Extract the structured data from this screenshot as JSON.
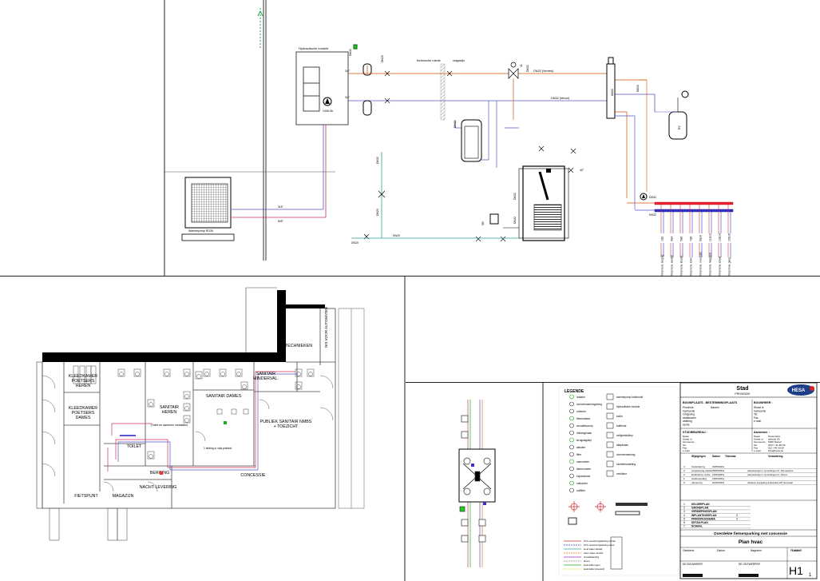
{
  "scheme": {
    "hydraulic_module": "Hydraulische module",
    "pump_label": "100N 8h",
    "tech_room": "technische ruimte",
    "storage": "magazijn",
    "supply_line": "DN32 (Vertrek)",
    "return_line": "DN32 (retour)",
    "heatpump_label": "Warmtepomp RD35",
    "pipe_a": "3/4\"",
    "pipe_b": "5/8\"",
    "manifold_circuits": [
      "1&2",
      "3&4",
      "5&6",
      "7&8",
      "9&10",
      "11&12",
      "13&14",
      "15&16"
    ],
    "manifold_targets": [
      "Vloerverw. berging",
      "Vloerverw. sanitair",
      "Vloerverw. kleedk.",
      "Vloerverw. toilet",
      "Vloerverw. concessie",
      "Vloerverw. magazijn",
      "Vloerverw. lokaal",
      "Vloerverw. gang"
    ]
  },
  "floorplan": {
    "rooms": {
      "kleed_heren": "KLEEDKAMER POETSERS HEREN",
      "kleed_dames": "KLEEDKAMER POETSERS DAMES",
      "sanitair_heren": "SANITAIR HEREN",
      "sanitair_heren_sub": "(Toilet en aanleren installatie)",
      "sanitair_dames": "SANITAIR DAMES",
      "sanitair_minder": "SANITAIR MINDERVAL.",
      "technieken": "TECHNIEKEN",
      "automaten": "NIS VOOR AUTOMATEN",
      "publiek": "PUBLIEK SANITAIR NMBS + TOEZICHT",
      "toilet": "TOILET",
      "berging": "BERGING",
      "nacht": "NACHT-LEVERING",
      "concessie": "CONCESSIE",
      "fietspunt": "FIETSPUNT",
      "magazijn": "MAGAZIJN"
    },
    "note": "1 leiding in vals plafond"
  },
  "legend": {
    "title": "LEGENDE",
    "items_left": [
      "radiator",
      "vloerverwarmingskring",
      "collector",
      "thermostaat",
      "circulatiepomp",
      "driewegkraan",
      "terugslagklep",
      "afsluiter",
      "filter",
      "manometer",
      "thermometer",
      "expansievat",
      "ontluchter",
      "vuilfilter"
    ],
    "items_right": [
      "warmtepomp buitenunit",
      "hydraulische module",
      "boiler",
      "buffervat",
      "veiligheidsklep",
      "aftapkraan",
      "vloerverwarming",
      "luchtbehandeling",
      "ventilator"
    ],
    "line_types": [
      "PVC verwarmingsleiding vertrek",
      "PVC verwarmingsleiding retour",
      "koud water sanitair",
      "warm water sanitair",
      "circulatieleiding",
      "afvoer",
      "koelmiddel (gas)",
      "koelmiddel (vloeistof)"
    ]
  },
  "title_block": {
    "client": "Stad",
    "client_sub": "PROVINCIE",
    "brand": "HESA",
    "section_building": "BOUWPLAATS - BESTEMMING/PLAATS",
    "section_owner": "BOUWHEER :",
    "section_study": "STUDIEBUREAU :",
    "section_contractor": "Aannemer :",
    "fields_left": [
      "Provincie",
      "Gemeente",
      "Omgeving",
      "straatnaam",
      "afdeling",
      "sectie"
    ],
    "values_left": [
      "Namen",
      "",
      "",
      "",
      "",
      ""
    ],
    "fields_right": [
      "Straat nr",
      "Gemeente",
      "Tel.",
      "Fax.",
      "e-mail"
    ],
    "contractor_fields": [
      "Naam",
      "Straat nr",
      "Gemeente",
      "Tel.",
      "Fax.",
      "e-mail"
    ],
    "contractor_values": [
      "Hesa bvba",
      "afstand 28",
      "5000 Namur",
      "0477 / 21 60 60",
      "012 / 40 30 00",
      "info@hesa.be"
    ],
    "rev_header": [
      "Wijzigingen",
      "Datum",
      "Tekenaar",
      "Verandering"
    ],
    "revisions": [
      {
        "no": "4",
        "desc": "Verandering",
        "date": "20/05/2011",
        "who": "",
        "note": ""
      },
      {
        "no": "3",
        "desc": "Aanpassing advies",
        "date": "05/05/2011",
        "who": "",
        "note": "Aanpassingen / opmerkingen K. Demeestere"
      },
      {
        "no": "2",
        "desc": "Definitieve versie",
        "date": "23/03/2011",
        "who": "",
        "note": "Aanpassingen / opmerkingen C. Devos"
      },
      {
        "no": "1",
        "desc": "Aanbesteding",
        "date": "15/03/2011",
        "who": "",
        "note": ""
      },
      {
        "no": "0",
        "desc": "uitvoering",
        "date": "01/09/2011",
        "who": "",
        "note": "Variante: koppeling drukverlies HP Generaal"
      }
    ],
    "plan_list": [
      {
        "no": "1",
        "name": "KELDERPLAN",
        "mark": ""
      },
      {
        "no": "2",
        "name": "GRONDPLAN",
        "mark": ""
      },
      {
        "no": "3",
        "name": "VERDIEPINGSPLAN",
        "mark": ""
      },
      {
        "no": "4",
        "name": "INPLANTINGSPLAN",
        "mark": "X"
      },
      {
        "no": "5",
        "name": "PRINCIPESCHEMA",
        "mark": "X"
      },
      {
        "no": "6",
        "name": "DETAILPLAN",
        "mark": ""
      },
      {
        "no": "7",
        "name": "SCHAAL",
        "mark": ""
      }
    ],
    "project": "Overdekte fietsenparking met concessie",
    "plan_title": "Plan hvac",
    "footer_labels": [
      "Getekend",
      "Datum",
      "Nagezien",
      "Datum"
    ],
    "sig_labels": [
      "DE BOUWHEER",
      "DE ONTWERPER"
    ],
    "scale_label": "PLANNR.",
    "plan_no": "H1",
    "plan_sub": "1"
  }
}
